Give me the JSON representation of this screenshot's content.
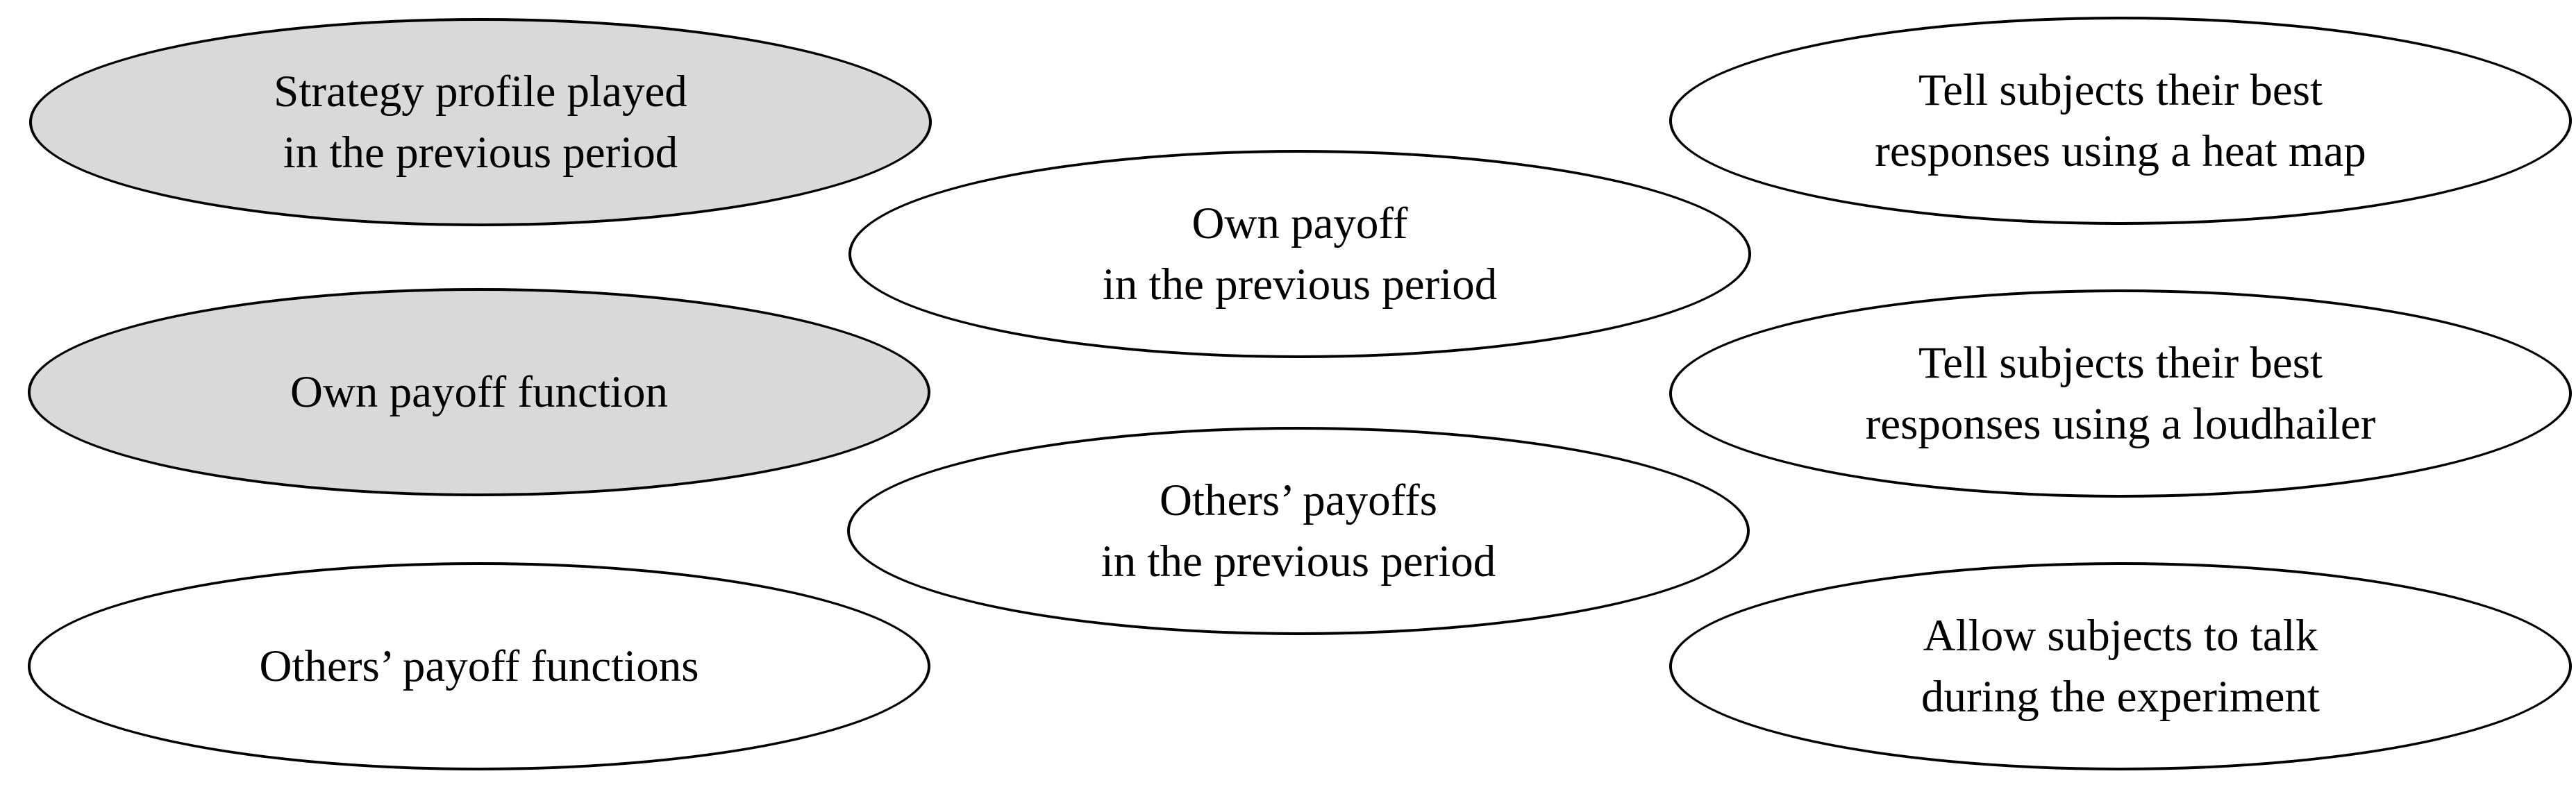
{
  "diagram": {
    "colors": {
      "highlight_fill": "#d9d9d9",
      "default_fill": "#ffffff",
      "border": "#000000",
      "text": "#000000",
      "background": "#ffffff"
    },
    "nodes": [
      {
        "id": "strategy-profile-played",
        "highlighted": true,
        "lines": [
          "Strategy profile played",
          "in the previous period"
        ]
      },
      {
        "id": "own-payoff-function",
        "highlighted": true,
        "lines": [
          "Own payoff function"
        ]
      },
      {
        "id": "others-payoff-functions",
        "highlighted": false,
        "lines": [
          "Others’ payoff functions"
        ]
      },
      {
        "id": "own-payoff-previous-period",
        "highlighted": false,
        "lines": [
          "Own payoff",
          "in the previous period"
        ]
      },
      {
        "id": "others-payoffs-previous-period",
        "highlighted": false,
        "lines": [
          "Others’ payoffs",
          "in the previous period"
        ]
      },
      {
        "id": "best-responses-heat-map",
        "highlighted": false,
        "lines": [
          "Tell subjects their best",
          "responses using a heat map"
        ]
      },
      {
        "id": "best-responses-loudhailer",
        "highlighted": false,
        "lines": [
          "Tell subjects their best",
          "responses using a loudhailer"
        ]
      },
      {
        "id": "allow-subjects-to-talk",
        "highlighted": false,
        "lines": [
          "Allow subjects to talk",
          "during the experiment"
        ]
      }
    ]
  }
}
